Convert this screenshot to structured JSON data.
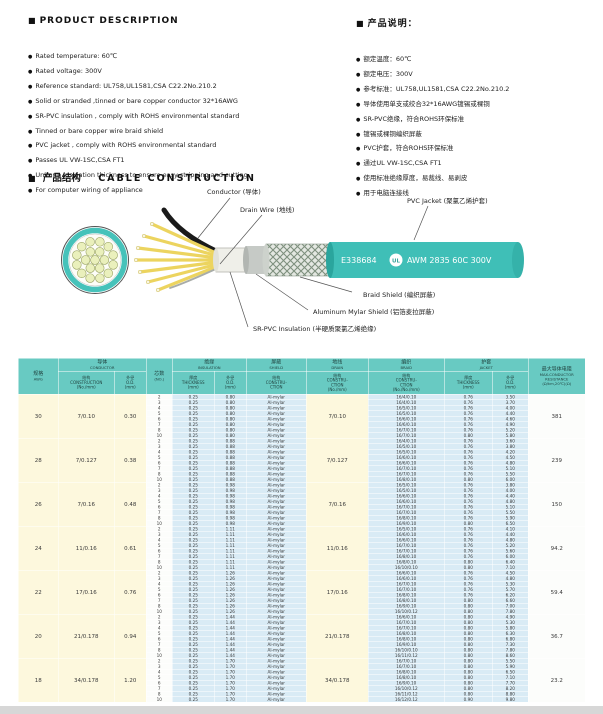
{
  "colors": {
    "jacket_teal": "#3fbfb7",
    "table_header_teal": "#68cac2",
    "row_yellow": "#fdf8dd",
    "row_blue": "#d9ebf5",
    "conductor_yellow": "#ecd45f"
  },
  "description": {
    "en": {
      "title": "PRODUCT  DESCRIPTION",
      "items": [
        "Rated temperature: 60℃",
        "Rated voltage: 300V",
        "Reference standard: UL758,UL1581,CSA C22.2No.210.2",
        "Solid or stranded ,tinned or bare copper conductor 32*16AWG",
        "SR-PVC insulation , comply with ROHS environmental standard",
        "Tinned or bare copper wire braid shield",
        "PVC jacket , comply with ROHS environmental standard",
        "Passes UL VW-1SC,CSA FT1",
        "Uniform insulation thickness to ensure easy stripping and cutting",
        "For computer wiring of appliance"
      ]
    },
    "cn": {
      "title": "产品说明：",
      "items": [
        "额定温度：60℃",
        "额定电压：300V",
        "参考标准：UL758,UL1581,CSA C22.2No.210.2",
        "导体使用单支或绞合32*16AWG镀锡或裸铜",
        "SR-PVC绝缘，符合ROHS环保标准",
        "镀锡或裸铜编织屏蔽",
        "PVC护套，符合ROHS环保标准",
        "通过UL VW-1SC,CSA FT1",
        "使用标准绝缘厚度，易裁线、易剥皮",
        "用于电脑连接线"
      ]
    }
  },
  "construction": {
    "title_cn": "产品结构",
    "title_en": "CABLE CONSTRUCTION",
    "labels": {
      "conductor": "Conductor (导体)",
      "drain_wire": "Drain Wire (地线)",
      "pvc_jacket": "PVC Jacket (聚氯乙烯护套)",
      "braid_shield": "Braid Shield (编织屏蔽)",
      "mylar_shield": "Aluminum Mylar Shield (铝箔麦拉屏蔽)",
      "sr_pvc": "SR-PVC Insulation (半硬质聚氯乙烯绝缘)"
    },
    "jacket_print": {
      "cert": "E338684",
      "ul": "UL",
      "spec": "AWM 2835 60C 300V"
    }
  },
  "table": {
    "head": {
      "groups": [
        {
          "cn": "规格",
          "en": "AWG",
          "subs": []
        },
        {
          "cn": "导体",
          "en": "CONDUCTOR",
          "subs": [
            "结构\nCONSTRUCTION\n(No./mm)",
            "外径\nO.D.\n(mm)"
          ]
        },
        {
          "cn": "芯数",
          "en": "(NO.)",
          "subs": []
        },
        {
          "cn": "绝缘",
          "en": "INSULATION",
          "subs": [
            "厚度\nTHICKNESS\n(mm)",
            "外径\nO.D.\n(mm)"
          ]
        },
        {
          "cn": "屏蔽",
          "en": "SHIELD",
          "subs": [
            "结构\nCONSTRU-\nCTION"
          ]
        },
        {
          "cn": "地线",
          "en": "DRAIN",
          "subs": [
            "结构\nCONSTRU-\nCTION\n(No./mm)"
          ]
        },
        {
          "cn": "编织",
          "en": "BRAID",
          "subs": [
            "结构\nCONSTRU-\nCTION\n(No./No./mm)"
          ]
        },
        {
          "cn": "护套",
          "en": "JACKET",
          "subs": [
            "厚度\nTHICKNESS\n(mm)",
            "外径\nO.D.\n(mm)"
          ]
        },
        {
          "cn": "最大导体电阻",
          "en": "MAX-CONDUCTOR\nRESISTANCE\n(Ω/km,20℃)(Ω)",
          "subs": []
        }
      ]
    },
    "groups": [
      {
        "awg": "30",
        "conductor": "7/0.10",
        "conductor_od": "0.30",
        "cores": [
          "2",
          "3",
          "4",
          "5",
          "6",
          "7",
          "8",
          "10"
        ],
        "ins_thickness": [
          "0.25",
          "0.25",
          "0.25",
          "0.25",
          "0.25",
          "0.25",
          "0.25",
          "0.25"
        ],
        "ins_od": [
          "0.80",
          "0.80",
          "0.80",
          "0.80",
          "0.80",
          "0.80",
          "0.80",
          "0.80"
        ],
        "shield": "Al-mylar",
        "drain": "7/0.10",
        "braid": [
          "16/4/0.10",
          "16/4/0.10",
          "16/5/0.10",
          "16/5/0.10",
          "16/6/0.10",
          "16/6/0.10",
          "16/7/0.10",
          "16/7/0.10"
        ],
        "jacket_thickness": [
          "0.76",
          "0.76",
          "0.76",
          "0.76",
          "0.76",
          "0.76",
          "0.76",
          "0.80"
        ],
        "jacket_od": [
          "3.50",
          "3.70",
          "4.00",
          "4.40",
          "4.60",
          "4.90",
          "5.20",
          "5.80"
        ],
        "resistance": "381"
      },
      {
        "awg": "28",
        "conductor": "7/0.127",
        "conductor_od": "0.38",
        "cores": [
          "2",
          "3",
          "4",
          "5",
          "6",
          "7",
          "8",
          "10"
        ],
        "ins_thickness": [
          "0.25",
          "0.25",
          "0.25",
          "0.25",
          "0.25",
          "0.25",
          "0.25",
          "0.25"
        ],
        "ins_od": [
          "0.88",
          "0.88",
          "0.88",
          "0.88",
          "0.88",
          "0.88",
          "0.88",
          "0.88"
        ],
        "shield": "Al-mylar",
        "drain": "7/0.127",
        "braid": [
          "16/4/0.10",
          "16/5/0.10",
          "16/5/0.10",
          "16/6/0.10",
          "16/6/0.10",
          "16/7/0.10",
          "16/7/0.10",
          "16/8/0.10"
        ],
        "jacket_thickness": [
          "0.76",
          "0.76",
          "0.76",
          "0.76",
          "0.76",
          "0.76",
          "0.76",
          "0.80"
        ],
        "jacket_od": [
          "3.60",
          "3.80",
          "4.20",
          "4.50",
          "4.80",
          "5.10",
          "5.50",
          "6.00"
        ],
        "resistance": "239"
      },
      {
        "awg": "26",
        "conductor": "7/0.16",
        "conductor_od": "0.48",
        "cores": [
          "2",
          "3",
          "4",
          "5",
          "6",
          "7",
          "8",
          "10"
        ],
        "ins_thickness": [
          "0.25",
          "0.25",
          "0.25",
          "0.25",
          "0.25",
          "0.25",
          "0.25",
          "0.25"
        ],
        "ins_od": [
          "0.98",
          "0.98",
          "0.98",
          "0.98",
          "0.98",
          "0.98",
          "0.98",
          "0.98"
        ],
        "shield": "Al-mylar",
        "drain": "7/0.16",
        "braid": [
          "16/5/0.10",
          "16/5/0.10",
          "16/6/0.10",
          "16/6/0.10",
          "16/7/0.10",
          "16/7/0.10",
          "16/8/0.10",
          "16/9/0.10"
        ],
        "jacket_thickness": [
          "0.76",
          "0.76",
          "0.76",
          "0.76",
          "0.76",
          "0.76",
          "0.76",
          "0.80"
        ],
        "jacket_od": [
          "3.80",
          "4.00",
          "4.40",
          "4.80",
          "5.10",
          "5.50",
          "5.90",
          "6.50"
        ],
        "resistance": "150"
      },
      {
        "awg": "24",
        "conductor": "11/0.16",
        "conductor_od": "0.61",
        "cores": [
          "2",
          "3",
          "4",
          "5",
          "6",
          "7",
          "8",
          "10"
        ],
        "ins_thickness": [
          "0.25",
          "0.25",
          "0.25",
          "0.25",
          "0.25",
          "0.25",
          "0.25",
          "0.25"
        ],
        "ins_od": [
          "1.11",
          "1.11",
          "1.11",
          "1.11",
          "1.11",
          "1.11",
          "1.11",
          "1.11"
        ],
        "shield": "Al-mylar",
        "drain": "11/0.16",
        "braid": [
          "16/5/0.10",
          "16/6/0.10",
          "16/6/0.10",
          "16/7/0.10",
          "16/7/0.10",
          "16/8/0.10",
          "16/8/0.10",
          "16/10/0.10"
        ],
        "jacket_thickness": [
          "0.76",
          "0.76",
          "0.76",
          "0.76",
          "0.76",
          "0.76",
          "0.80",
          "0.80"
        ],
        "jacket_od": [
          "4.10",
          "4.40",
          "4.80",
          "5.20",
          "5.60",
          "6.00",
          "6.40",
          "7.10"
        ],
        "resistance": "94.2"
      },
      {
        "awg": "22",
        "conductor": "17/0.16",
        "conductor_od": "0.76",
        "cores": [
          "2",
          "3",
          "4",
          "5",
          "6",
          "7",
          "8",
          "10"
        ],
        "ins_thickness": [
          "0.25",
          "0.25",
          "0.25",
          "0.25",
          "0.25",
          "0.25",
          "0.25",
          "0.25"
        ],
        "ins_od": [
          "1.26",
          "1.26",
          "1.26",
          "1.26",
          "1.26",
          "1.26",
          "1.26",
          "1.26"
        ],
        "shield": "Al-mylar",
        "drain": "17/0.16",
        "braid": [
          "16/6/0.10",
          "16/6/0.10",
          "16/7/0.10",
          "16/7/0.10",
          "16/8/0.10",
          "16/8/0.10",
          "16/9/0.10",
          "16/10/0.12"
        ],
        "jacket_thickness": [
          "0.76",
          "0.76",
          "0.76",
          "0.76",
          "0.76",
          "0.80",
          "0.80",
          "0.80"
        ],
        "jacket_od": [
          "4.50",
          "4.80",
          "5.30",
          "5.70",
          "6.20",
          "6.60",
          "7.00",
          "7.80"
        ],
        "resistance": "59.4"
      },
      {
        "awg": "20",
        "conductor": "21/0.178",
        "conductor_od": "0.94",
        "cores": [
          "2",
          "3",
          "4",
          "5",
          "6",
          "7",
          "8",
          "10"
        ],
        "ins_thickness": [
          "0.25",
          "0.25",
          "0.25",
          "0.25",
          "0.25",
          "0.25",
          "0.25",
          "0.25"
        ],
        "ins_od": [
          "1.44",
          "1.44",
          "1.44",
          "1.44",
          "1.44",
          "1.44",
          "1.44",
          "1.44"
        ],
        "shield": "Al-mylar",
        "drain": "21/0.178",
        "braid": [
          "16/6/0.10",
          "16/7/0.10",
          "16/7/0.10",
          "16/8/0.10",
          "16/8/0.10",
          "16/9/0.10",
          "16/10/0.10",
          "16/11/0.12"
        ],
        "jacket_thickness": [
          "0.80",
          "0.80",
          "0.80",
          "0.80",
          "0.80",
          "0.80",
          "0.80",
          "0.80"
        ],
        "jacket_od": [
          "4.90",
          "5.30",
          "5.80",
          "6.30",
          "6.80",
          "7.30",
          "7.80",
          "8.60"
        ],
        "resistance": "36.7"
      },
      {
        "awg": "18",
        "conductor": "34/0.178",
        "conductor_od": "1.20",
        "cores": [
          "2",
          "3",
          "4",
          "5",
          "6",
          "7",
          "8",
          "10"
        ],
        "ins_thickness": [
          "0.25",
          "0.25",
          "0.25",
          "0.25",
          "0.25",
          "0.25",
          "0.25",
          "0.25"
        ],
        "ins_od": [
          "1.70",
          "1.70",
          "1.70",
          "1.70",
          "1.70",
          "1.70",
          "1.70",
          "1.70"
        ],
        "shield": "Al-mylar",
        "drain": "34/0.178",
        "braid": [
          "16/7/0.10",
          "16/7/0.10",
          "16/8/0.10",
          "16/8/0.10",
          "16/9/0.10",
          "16/10/0.12",
          "16/11/0.12",
          "16/12/0.12"
        ],
        "jacket_thickness": [
          "0.80",
          "0.80",
          "0.80",
          "0.80",
          "0.80",
          "0.80",
          "0.80",
          "0.90"
        ],
        "jacket_od": [
          "5.50",
          "5.90",
          "6.50",
          "7.10",
          "7.70",
          "8.20",
          "8.80",
          "9.80"
        ],
        "resistance": "23.2"
      }
    ]
  }
}
